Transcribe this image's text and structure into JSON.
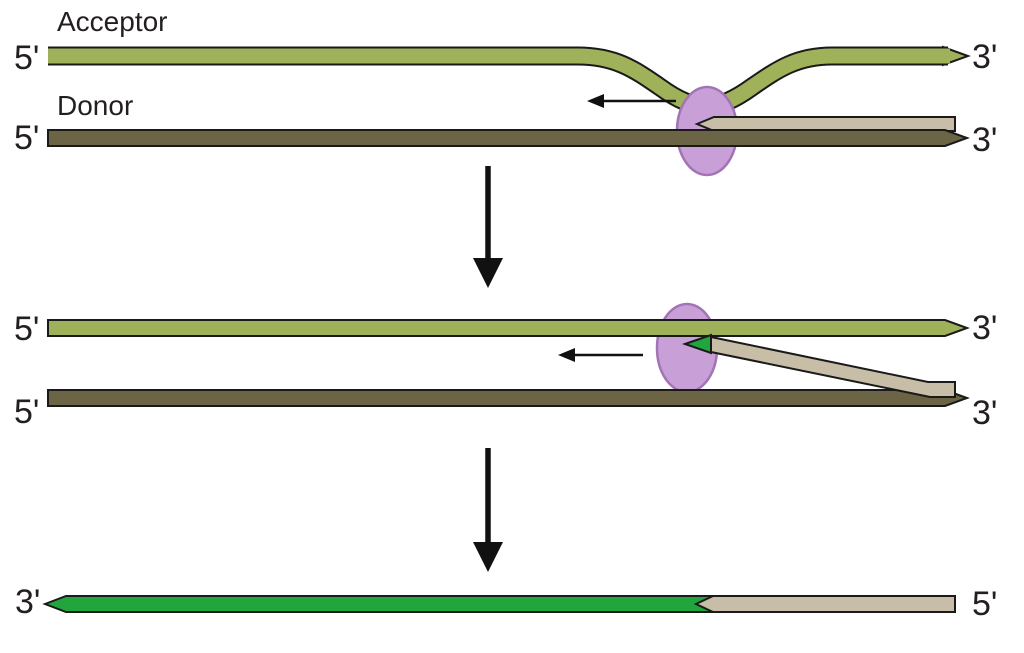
{
  "panels": {
    "step1": {
      "acceptor": {
        "name": "Acceptor",
        "left_end": "5'",
        "right_end": "3'"
      },
      "donor": {
        "name": "Donor",
        "left_end": "5'",
        "right_end": "3'"
      }
    },
    "step2": {
      "acceptor": {
        "left_end": "5'",
        "right_end": "3'"
      },
      "donor": {
        "left_end": "5'",
        "right_end": "3'"
      }
    },
    "step3": {
      "product": {
        "left_end": "3'",
        "right_end": "5'"
      }
    }
  },
  "colors": {
    "acceptor_strand": "#a0b259",
    "donor_strand": "#6b6546",
    "primer_strand": "#c8bda7",
    "nascent_strand": "#21a53d",
    "enzyme_fill": "#c8a0d7",
    "enzyme_stroke": "#a273b5",
    "outline": "#1a1a1a",
    "text": "#231f20"
  }
}
